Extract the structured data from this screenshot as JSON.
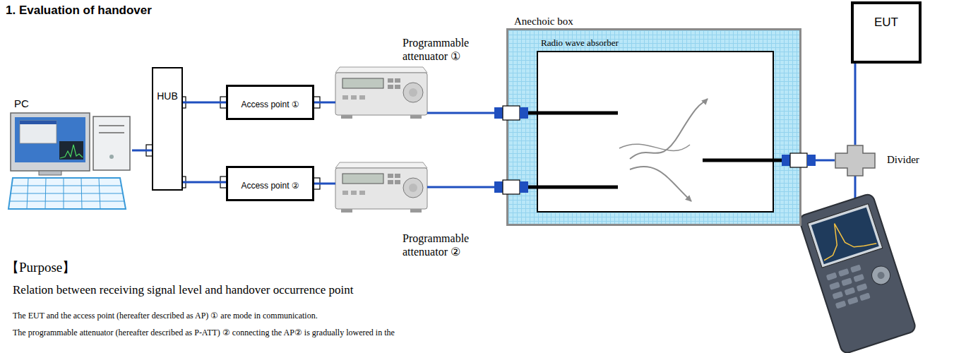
{
  "diagram": {
    "title": "1. Evaluation of handover",
    "nodes": [
      {
        "text": [
          "PC"
        ]
      },
      {
        "text": [
          "HUB"
        ]
      },
      {
        "text": [
          "Access point ①"
        ]
      },
      {
        "text": [
          "Access point ②"
        ]
      },
      {
        "text": [
          "Programmable attenuator ①"
        ]
      },
      {
        "text": [
          "Programmable attenuator ②"
        ]
      },
      {
        "text": [
          "Anechoic box",
          "Radio wave absorber"
        ]
      },
      {
        "text": [
          "EUT"
        ]
      },
      {
        "text": [
          "Divider"
        ]
      }
    ],
    "edges": [
      {
        "from": 0,
        "to": 1,
        "arrow": "none"
      },
      {
        "from": 1,
        "to": 2,
        "arrow": "none"
      },
      {
        "from": 1,
        "to": 3,
        "arrow": "none"
      },
      {
        "from": 2,
        "to": 4,
        "arrow": "none"
      },
      {
        "from": 3,
        "to": 5,
        "arrow": "none"
      },
      {
        "from": 4,
        "to": 6,
        "arrow": "none"
      },
      {
        "from": 5,
        "to": 6,
        "arrow": "none"
      },
      {
        "from": 6,
        "to": 8,
        "arrow": "none"
      },
      {
        "from": 8,
        "to": 7,
        "arrow": "none"
      }
    ],
    "labels": [
      "【Purpose】",
      "Relation between receiving signal level and handover occurrence point",
      "The EUT and the access point (hereafter described as AP) ① are mode in communication.",
      "The programmable attenuator (hereafter described as P-ATT) ② connecting the AP② is gradually lowered in the"
    ]
  }
}
